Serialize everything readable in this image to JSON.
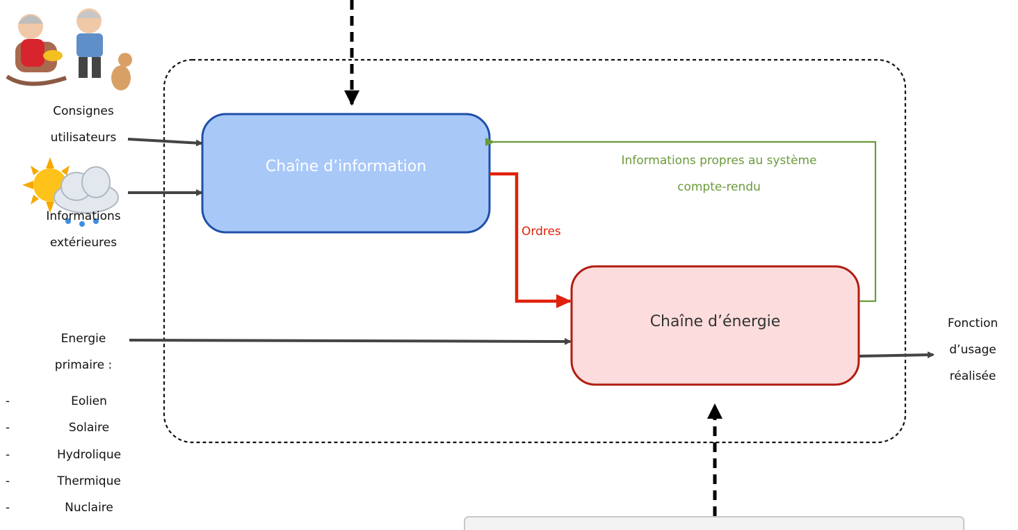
{
  "diagram": {
    "boxes": {
      "information_chain": "Chaîne d’information",
      "energy_chain": "Chaîne d’énergie"
    },
    "inputs": {
      "user_instructions": [
        "Consignes",
        "utilisateurs"
      ],
      "external_info": [
        "Informations",
        "extérieures"
      ],
      "primary_energy": [
        "Energie",
        "primaire :"
      ],
      "energy_sources": [
        "Eolien",
        "Solaire",
        "Hydrolique",
        "Thermique",
        "Nuclaire"
      ]
    },
    "flows": {
      "orders": "Ordres",
      "feedback_line1": "Informations propres au système",
      "feedback_line2": "compte-rendu"
    },
    "output": [
      "Fonction",
      "d’usage",
      "réalisée"
    ]
  },
  "colors": {
    "info_box_fill": "#a8c8f8",
    "info_box_stroke": "#1f4fa8",
    "energy_box_fill": "#fcdcdc",
    "energy_box_stroke": "#b01c10",
    "orders_color": "#e0200a",
    "feedback_color": "#6a9a3a",
    "arrow_color": "#444444"
  }
}
